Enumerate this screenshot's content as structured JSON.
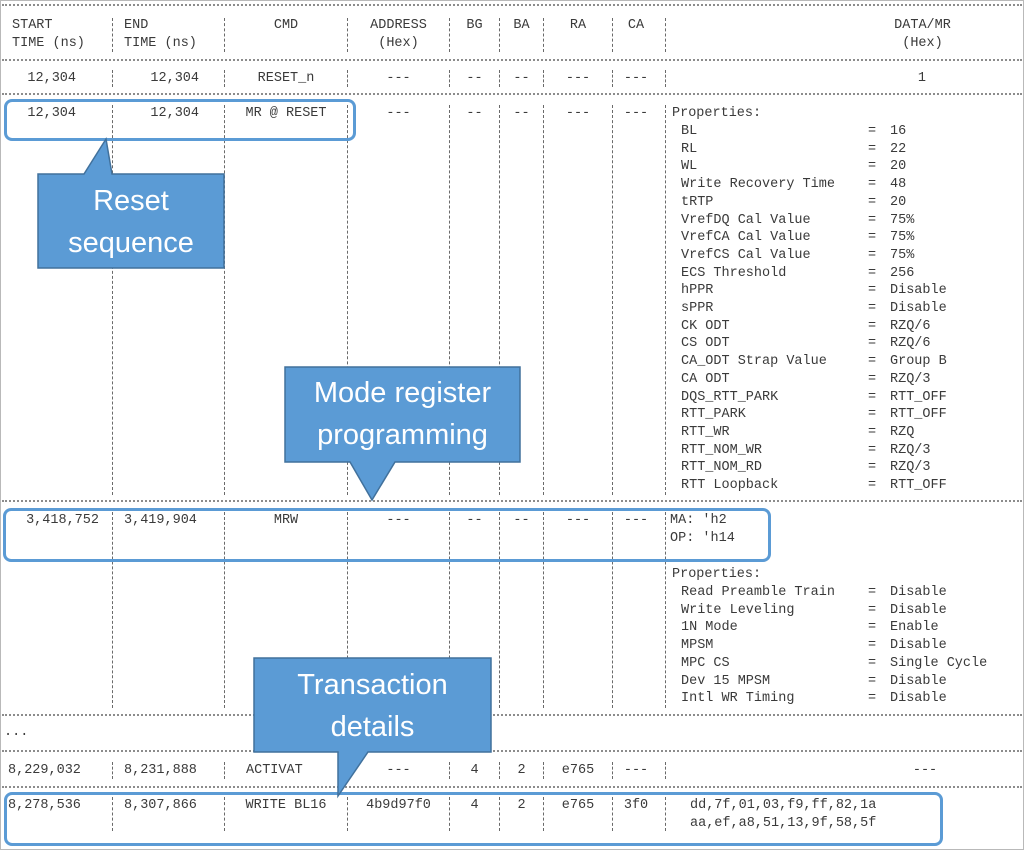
{
  "header": {
    "start_time": "START\nTIME (ns)",
    "end_time": "END\nTIME (ns)",
    "cmd": "CMD",
    "address": "ADDRESS\n(Hex)",
    "bg": "BG",
    "ba": "BA",
    "ra": "RA",
    "ca": "CA",
    "data": "DATA/MR\n(Hex)"
  },
  "rows": {
    "reset": {
      "start": "12,304",
      "end": "12,304",
      "cmd": "RESET_n",
      "address": "---",
      "bg": "--",
      "ba": "--",
      "ra": "---",
      "ca": "---",
      "data": "1"
    },
    "mr_reset": {
      "start": "12,304",
      "end": "12,304",
      "cmd": "MR @ RESET",
      "address": "---",
      "bg": "--",
      "ba": "--",
      "ra": "---",
      "ca": "---",
      "data": "Properties:"
    },
    "mrw": {
      "start": "3,418,752",
      "end": "3,419,904",
      "cmd": "MRW",
      "address": "---",
      "bg": "--",
      "ba": "--",
      "ra": "---",
      "ca": "---",
      "data_1": "MA: 'h2",
      "data_2": "OP: 'h14",
      "data_props": "Properties:"
    },
    "ellipsis": "...",
    "activate": {
      "start": "8,229,032",
      "end": "8,231,888",
      "cmd": "ACTIVAT",
      "address": "---",
      "bg": "4",
      "ba": "2",
      "ra": "e765",
      "ca": "---",
      "data": "---"
    },
    "write": {
      "start": "8,278,536",
      "end": "8,307,866",
      "cmd": "WRITE BL16",
      "address": "4b9d97f0",
      "bg": "4",
      "ba": "2",
      "ra": "e765",
      "ca": "3f0",
      "data_1": "dd,7f,01,03,f9,ff,82,1a",
      "data_2": "aa,ef,a8,51,13,9f,58,5f"
    }
  },
  "reset_properties": [
    {
      "name": "BL",
      "value": "16"
    },
    {
      "name": "RL",
      "value": "22"
    },
    {
      "name": "WL",
      "value": "20"
    },
    {
      "name": "Write Recovery Time",
      "value": "48"
    },
    {
      "name": "tRTP",
      "value": "20"
    },
    {
      "name": "VrefDQ Cal Value",
      "value": "75%"
    },
    {
      "name": "VrefCA Cal Value",
      "value": "75%"
    },
    {
      "name": "VrefCS Cal Value",
      "value": "75%"
    },
    {
      "name": "ECS Threshold",
      "value": "256"
    },
    {
      "name": "hPPR",
      "value": "Disable"
    },
    {
      "name": "sPPR",
      "value": "Disable"
    },
    {
      "name": "CK ODT",
      "value": "RZQ/6"
    },
    {
      "name": "CS ODT",
      "value": "RZQ/6"
    },
    {
      "name": "CA_ODT Strap Value",
      "value": "Group B"
    },
    {
      "name": "CA ODT",
      "value": "RZQ/3"
    },
    {
      "name": "DQS_RTT_PARK",
      "value": "RTT_OFF"
    },
    {
      "name": "RTT_PARK",
      "value": "RTT_OFF"
    },
    {
      "name": "RTT_WR",
      "value": "RZQ"
    },
    {
      "name": "RTT_NOM_WR",
      "value": "RZQ/3"
    },
    {
      "name": "RTT_NOM_RD",
      "value": "RZQ/3"
    },
    {
      "name": "RTT Loopback",
      "value": "RTT_OFF"
    }
  ],
  "mrw_properties": [
    {
      "name": "Read Preamble Train",
      "value": "Disable"
    },
    {
      "name": "Write Leveling",
      "value": "Disable"
    },
    {
      "name": "1N Mode",
      "value": "Enable"
    },
    {
      "name": "MPSM",
      "value": "Disable"
    },
    {
      "name": "MPC CS",
      "value": "Single Cycle"
    },
    {
      "name": "Dev 15 MPSM",
      "value": "Disable"
    },
    {
      "name": "Intl WR Timing",
      "value": "Disable"
    }
  ],
  "callouts": {
    "reset": "Reset\nsequence",
    "mode": "Mode register\nprogramming",
    "transaction": "Transaction\ndetails"
  },
  "colors": {
    "callout_fill": "#5b9bd5",
    "callout_stroke": "#41719c",
    "highlight_border": "#5b9bd5",
    "text": "#3a3a3a",
    "separator": "#8c8c8c"
  }
}
